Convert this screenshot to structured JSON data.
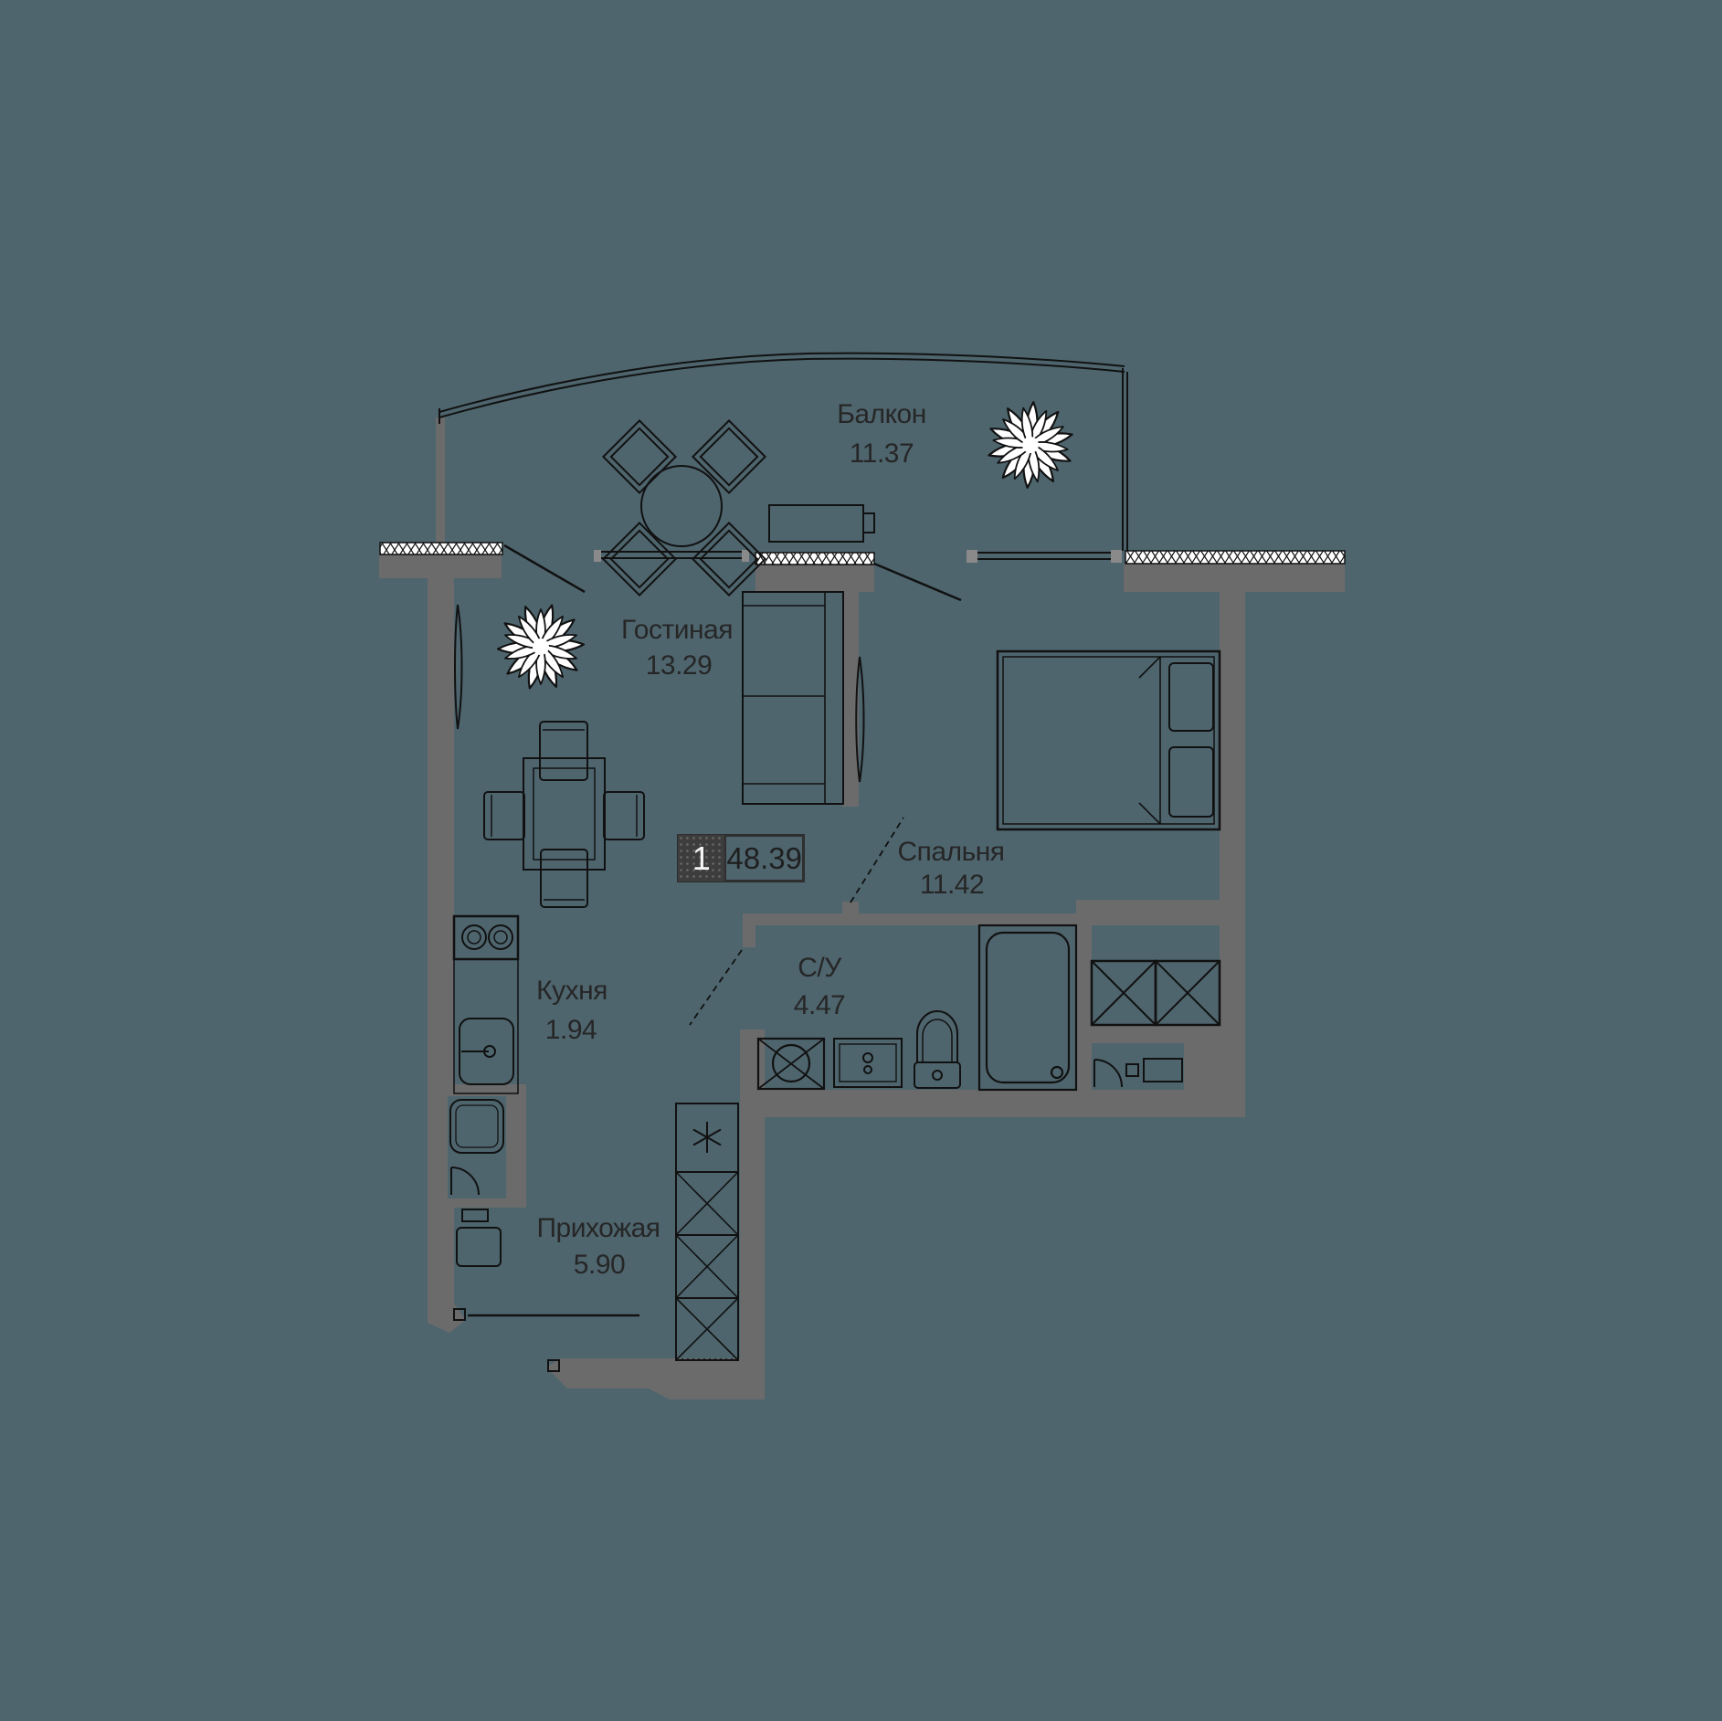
{
  "meta": {
    "type": "apartment-floor-plan"
  },
  "colors": {
    "background": "#4e656e",
    "wall": "#6b6b6b",
    "line": "#1a1a1a",
    "text": "#262626",
    "plant": "#ffffff",
    "badge_dark": "#3d3d3d"
  },
  "badge": {
    "unit_number": "1",
    "total_area": "48.39"
  },
  "rooms": [
    {
      "name": "Балкон",
      "area": "11.37"
    },
    {
      "name": "Гостиная",
      "area": "13.29"
    },
    {
      "name": "Спальня",
      "area": "11.42"
    },
    {
      "name": "С/У",
      "area": "4.47"
    },
    {
      "name": "Кухня",
      "area": "1.94"
    },
    {
      "name": "Прихожая",
      "area": "5.90"
    }
  ]
}
